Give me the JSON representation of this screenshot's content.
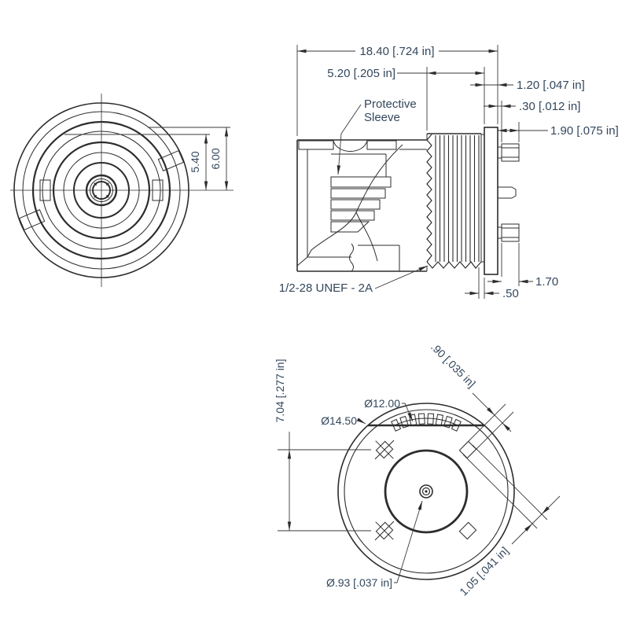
{
  "drawing": {
    "side_view": {
      "dim_overall_length": "18.40 [.724 in]",
      "dim_sleeve_depth": "5.20 [.205 in]",
      "dim_flange_thickness": "1.20 [.047 in]",
      "dim_standoff": ".30 [.012 in]",
      "dim_pin_protrusion": "1.90 [.075 in]",
      "dim_pin_length": "1.70",
      "dim_thread_to_flange": ".50",
      "thread_spec": "1/2-28 UNEF - 2A",
      "sleeve_label_line1": "Protective",
      "sleeve_label_line2": "Sleeve"
    },
    "front_view": {
      "dim_flat_height": "5.40",
      "dim_outer_height": "6.00"
    },
    "rear_view": {
      "dim_pin_spacing": "7.04 [.277 in]",
      "dim_serration_dia": "Ø12.00",
      "dim_flange_dia": "Ø14.50",
      "dim_pad_width": ".90 [.035 in]",
      "dim_pad_length": "1.05 [.041 in]",
      "dim_center_pin_dia": "Ø.93 [.037 in]"
    },
    "colors": {
      "line": "#2d2d2d",
      "dim_text": "#33475c",
      "background": "#ffffff"
    }
  }
}
